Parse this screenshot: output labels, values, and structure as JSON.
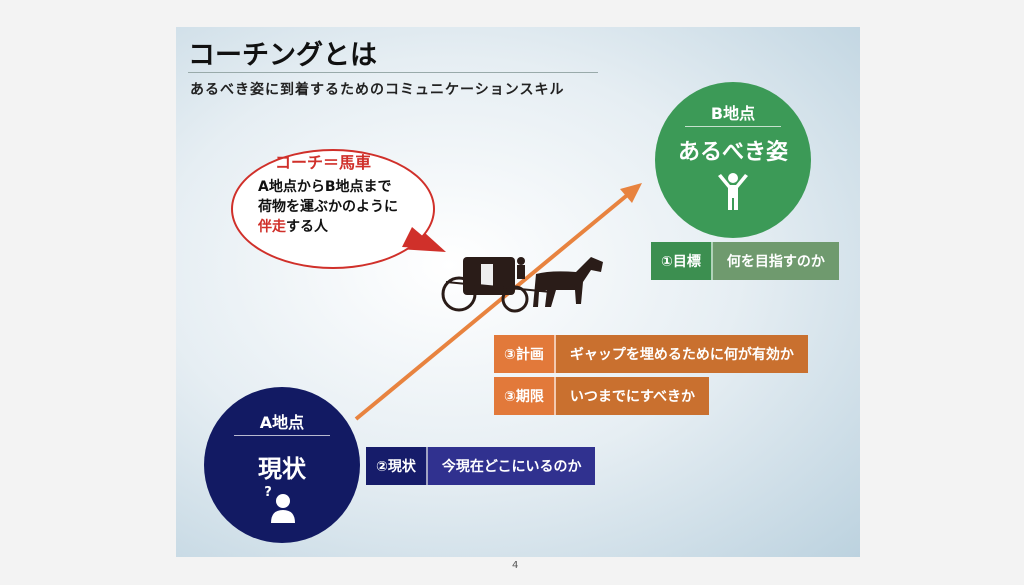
{
  "title": "コーチングとは",
  "subtitle": "あるべき姿に到着するためのコミュニケーションスキル",
  "bubble": {
    "title": "コーチ＝馬車",
    "line1": "A地点からB地点まで",
    "line2": "荷物を運ぶかのように",
    "line3_red": "伴走",
    "line3_rest": "する人"
  },
  "point_b": {
    "label": "B地点",
    "text": "あるべき姿"
  },
  "point_a": {
    "label": "A地点",
    "text": "現状",
    "question": "?"
  },
  "boxes": [
    {
      "label": "①目標",
      "text": "何を目指すのか",
      "colors": [
        "#3c8f50",
        "#6f9a6e"
      ]
    },
    {
      "label": "③計画",
      "text": "ギャップを埋めるために何が有効か",
      "colors": [
        "#e2793a",
        "#c9702f"
      ]
    },
    {
      "label": "③期限",
      "text": "いつまでにすべきか",
      "colors": [
        "#e2793a",
        "#c9702f"
      ]
    },
    {
      "label": "②現状",
      "text": "今現在どこにいるのか",
      "colors": [
        "#161c6a",
        "#30318f"
      ]
    }
  ],
  "page_number": "4"
}
